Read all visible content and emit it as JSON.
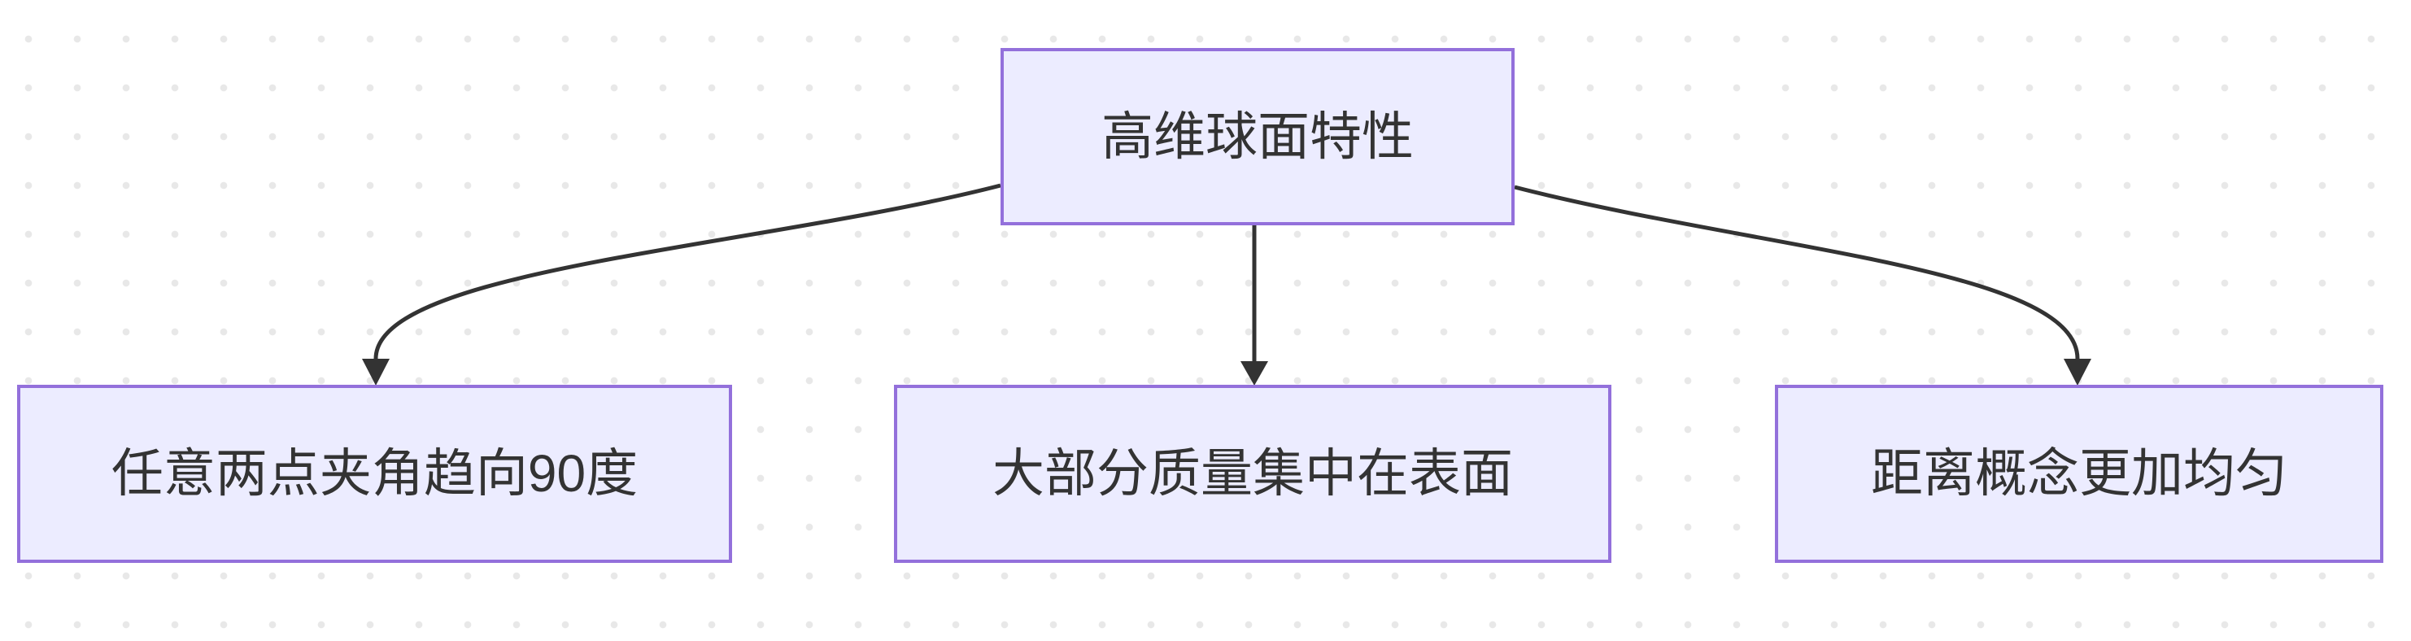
{
  "diagram": {
    "type": "flowchart-top-down",
    "theme": {
      "node_fill": "#ECECFF",
      "node_border": "#9370DB",
      "edge_color": "#333333",
      "text_color": "#333333",
      "dot_color": "#e8e8e8",
      "bg_color": "#ffffff"
    },
    "nodes": [
      {
        "id": "root",
        "label": "高维球面特性"
      },
      {
        "id": "angle",
        "label": "任意两点夹角趋向90度"
      },
      {
        "id": "mass",
        "label": "大部分质量集中在表面"
      },
      {
        "id": "distance",
        "label": "距离概念更加均匀"
      }
    ],
    "edges": [
      {
        "from": "root",
        "to": "angle"
      },
      {
        "from": "root",
        "to": "mass"
      },
      {
        "from": "root",
        "to": "distance"
      }
    ]
  }
}
